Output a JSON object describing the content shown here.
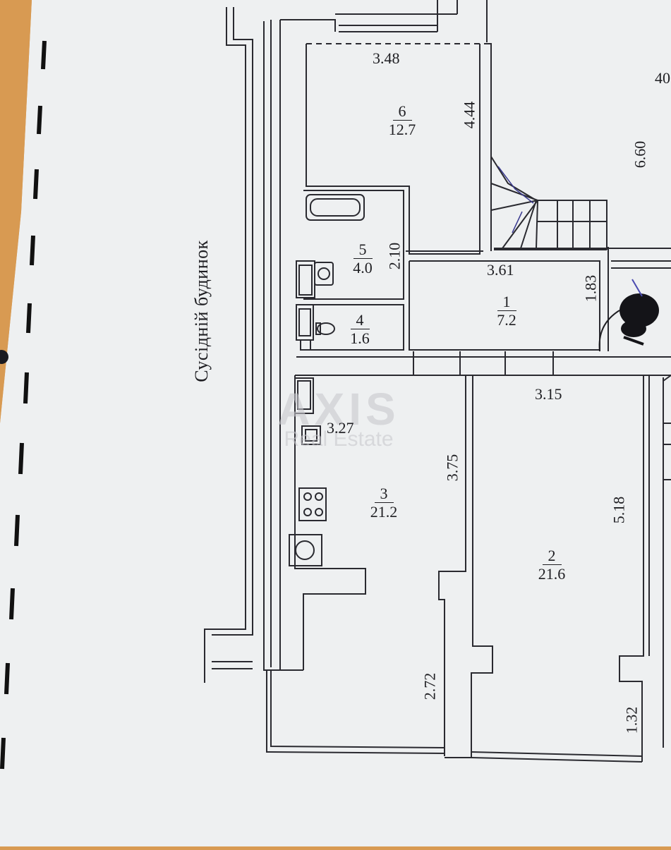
{
  "neighbor_label": "Сусідній будинок",
  "watermark": {
    "brand": "AXIS",
    "sub": "Real Estate"
  },
  "rooms": [
    {
      "num": "6",
      "area": "12.7"
    },
    {
      "num": "5",
      "area": "4.0"
    },
    {
      "num": "4",
      "area": "1.6"
    },
    {
      "num": "1",
      "area": "7.2"
    },
    {
      "num": "3",
      "area": "21.2"
    },
    {
      "num": "2",
      "area": "21.6"
    }
  ],
  "dims": {
    "d348": "3.48",
    "d444": "4.44",
    "d210": "2.10",
    "d361": "3.61",
    "d183": "1.83",
    "d660": "6.60",
    "d40": "40",
    "d315": "3.15",
    "d327": "3.27",
    "d375": "3.75",
    "d518": "5.18",
    "d272": "2.72",
    "d132": "1.32"
  },
  "colors": {
    "wall": "#2a2a30",
    "paper": "#eef0f1",
    "desk": "#d89a52"
  }
}
